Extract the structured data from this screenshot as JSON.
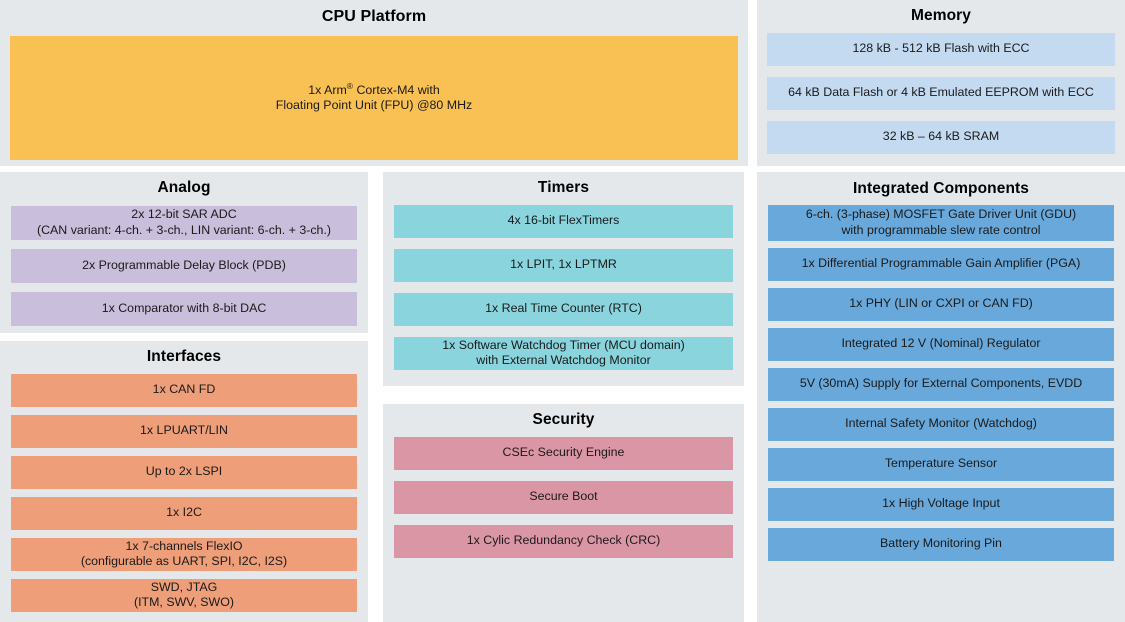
{
  "colors": {
    "page_background": "#ffffff",
    "panel_background": "#e4e8eb",
    "cpu_block": "#f9c153",
    "memory_block": "#c4daf0",
    "analog_block": "#c9bedb",
    "interfaces_block": "#ee9e79",
    "timers_block": "#8ad4de",
    "security_block": "#db96a5",
    "integrated_block": "#68a8db",
    "text": "#1a1a1a"
  },
  "panels": {
    "cpu_platform": {
      "title": "CPU Platform",
      "blocks": [
        {
          "line1": "1x Arm® Cortex-M4 with",
          "line2": "Floating Point Unit (FPU) @80 MHz"
        }
      ]
    },
    "memory": {
      "title": "Memory",
      "blocks": [
        {
          "line1": "128 kB - 512 kB Flash with ECC"
        },
        {
          "line1": "64 kB Data Flash or 4 kB Emulated EEPROM with ECC"
        },
        {
          "line1": "32 kB – 64 kB SRAM"
        }
      ]
    },
    "analog": {
      "title": "Analog",
      "blocks": [
        {
          "line1": "2x 12-bit SAR ADC",
          "line2": "(CAN variant: 4-ch. + 3-ch., LIN variant: 6-ch. + 3-ch.)"
        },
        {
          "line1": "2x Programmable Delay Block (PDB)"
        },
        {
          "line1": "1x Comparator with 8-bit DAC"
        }
      ]
    },
    "interfaces": {
      "title": "Interfaces",
      "blocks": [
        {
          "line1": "1x CAN FD"
        },
        {
          "line1": "1x LPUART/LIN"
        },
        {
          "line1": "Up to 2x LSPI"
        },
        {
          "line1": "1x I2C"
        },
        {
          "line1": "1x 7-channels FlexIO",
          "line2": "(configurable as UART, SPI, I2C, I2S)"
        },
        {
          "line1": "SWD, JTAG",
          "line2": "(ITM, SWV, SWO)"
        }
      ]
    },
    "timers": {
      "title": "Timers",
      "blocks": [
        {
          "line1": "4x 16-bit FlexTimers"
        },
        {
          "line1": "1x LPIT, 1x LPTMR"
        },
        {
          "line1": "1x Real Time Counter (RTC)"
        },
        {
          "line1": "1x Software Watchdog Timer (MCU domain)",
          "line2": "with External Watchdog Monitor"
        }
      ]
    },
    "security": {
      "title": "Security",
      "blocks": [
        {
          "line1": "CSEc Security Engine"
        },
        {
          "line1": "Secure Boot"
        },
        {
          "line1": "1x Cylic Redundancy Check (CRC)"
        }
      ]
    },
    "integrated_components": {
      "title": "Integrated Components",
      "blocks": [
        {
          "line1": "6-ch. (3-phase) MOSFET Gate Driver Unit (GDU)",
          "line2": "with programmable slew rate control"
        },
        {
          "line1": "1x Differential Programmable Gain Amplifier (PGA)"
        },
        {
          "line1": "1x PHY (LIN or CXPI or CAN FD)"
        },
        {
          "line1": "Integrated 12 V (Nominal) Regulator"
        },
        {
          "line1": "5V (30mA) Supply for External Components, EVDD"
        },
        {
          "line1": "Internal Safety Monitor (Watchdog)"
        },
        {
          "line1": "Temperature Sensor"
        },
        {
          "line1": "1x High Voltage Input"
        },
        {
          "line1": "Battery Monitoring Pin"
        }
      ]
    }
  }
}
